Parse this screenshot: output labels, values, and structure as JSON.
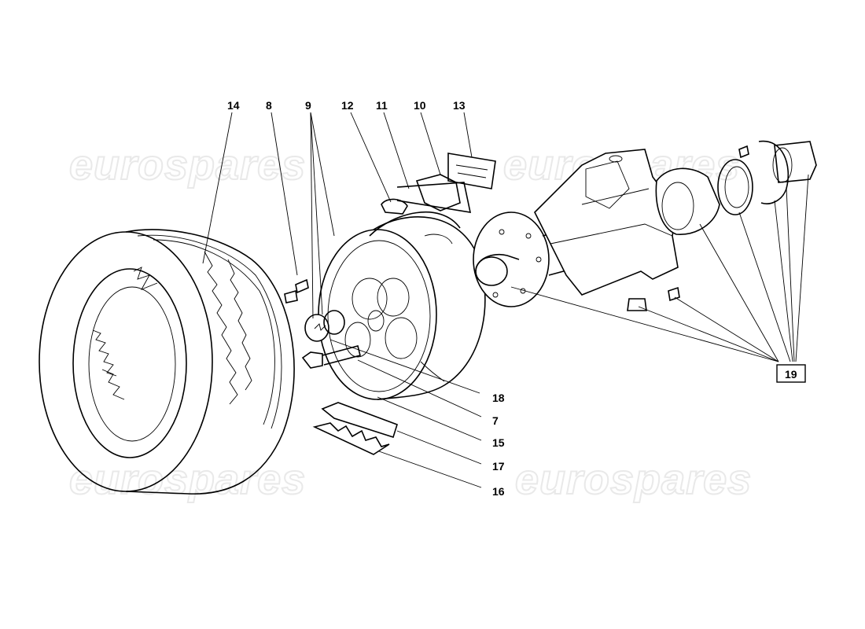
{
  "watermark": {
    "text": "eurospares"
  },
  "callouts": {
    "c14": "14",
    "c8": "8",
    "c9": "9",
    "c12": "12",
    "c11": "11",
    "c10": "10",
    "c13": "13",
    "c19": "19",
    "c18": "18",
    "c7": "7",
    "c15": "15",
    "c17": "17",
    "c16": "16"
  },
  "colors": {
    "line": "#000000",
    "watermark": "#e9e9e9",
    "background": "#ffffff"
  }
}
